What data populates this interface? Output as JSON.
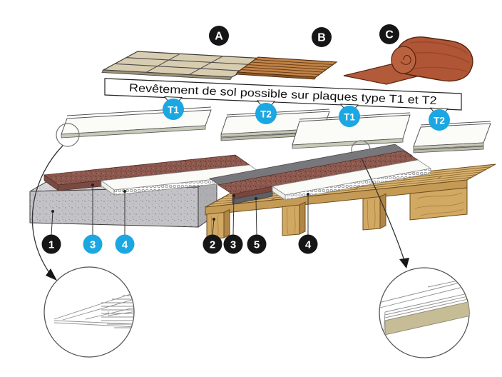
{
  "banner": {
    "text": "Revêtement de sol possible sur plaques type T1 et T2"
  },
  "covering_samples": [
    {
      "id": "A",
      "kind": "ceramic-tiles"
    },
    {
      "id": "B",
      "kind": "wood-planks"
    },
    {
      "id": "C",
      "kind": "resilient-roll"
    }
  ],
  "plate_types": [
    {
      "label": "T1"
    },
    {
      "label": "T2"
    },
    {
      "label": "T1"
    },
    {
      "label": "T2"
    }
  ],
  "layer_callouts": {
    "left": [
      {
        "num": "1"
      },
      {
        "num": "3"
      },
      {
        "num": "4"
      }
    ],
    "right": [
      {
        "num": "2"
      },
      {
        "num": "3"
      },
      {
        "num": "5"
      },
      {
        "num": "4"
      }
    ]
  },
  "colors": {
    "accent_blue": "#1ba7e2",
    "callout_black": "#161616",
    "concrete": "#c9c9cd",
    "underlay_red": "#8e5a50",
    "wood": "#d7b170",
    "roll_terracotta": "#b05636",
    "tile_tan": "#d8cdb0",
    "khaki_layer": "#c6bd97"
  }
}
